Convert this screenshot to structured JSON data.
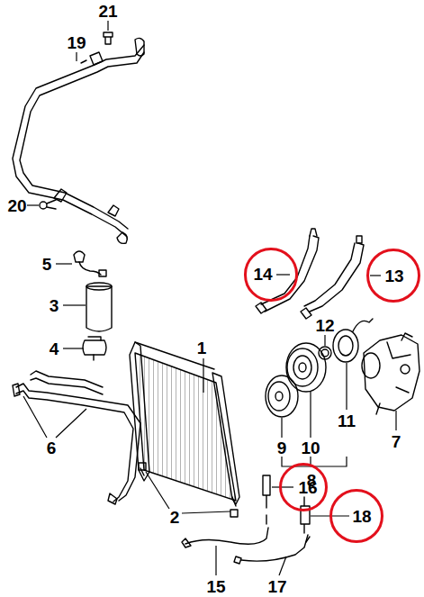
{
  "diagram": {
    "nodes": [
      {
        "text": [
          "14"
        ]
      },
      {
        "text": [
          "13"
        ]
      },
      {
        "text": [
          "16"
        ]
      },
      {
        "text": [
          "18"
        ]
      }
    ],
    "labels": [
      "21",
      "19",
      "20",
      "5",
      "3",
      "4",
      "12",
      "1",
      "11",
      "9",
      "10",
      "7",
      "6",
      "8",
      "2",
      "15",
      "17"
    ]
  }
}
